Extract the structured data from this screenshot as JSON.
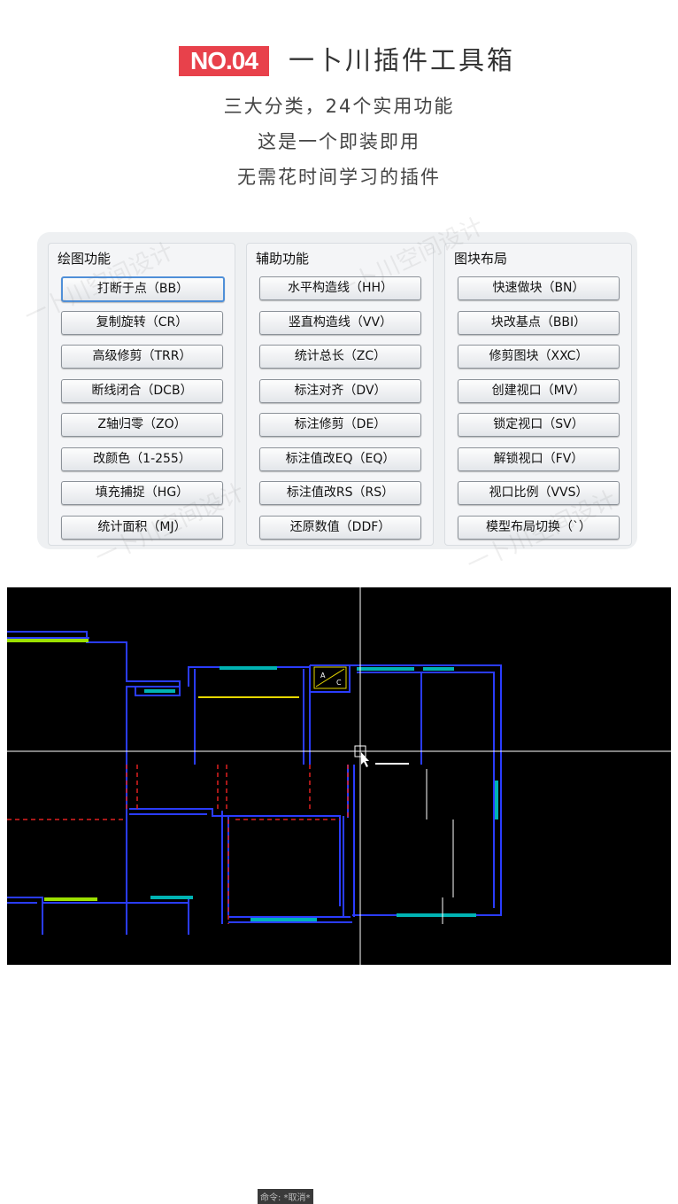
{
  "header": {
    "badge": "NO.04",
    "title": "一卜川插件工具箱",
    "lines": [
      "三大分类，24个实用功能",
      "这是一个即装即用",
      "无需花时间学习的插件"
    ]
  },
  "groups": [
    {
      "title": "绘图功能",
      "buttons": [
        "打断于点（BB）",
        "复制旋转（CR）",
        "高级修剪（TRR）",
        "断线闭合（DCB）",
        "Z轴归零（ZO）",
        "改颜色（1-255）",
        "填充捕捉（HG）",
        "统计面积（MJ）"
      ]
    },
    {
      "title": "辅助功能",
      "buttons": [
        "水平构造线（HH）",
        "竖直构造线（VV）",
        "统计总长（ZC）",
        "标注对齐（DV）",
        "标注修剪（DE）",
        "标注值改EQ（EQ）",
        "标注值改RS（RS）",
        "还原数值（DDF）"
      ]
    },
    {
      "title": "图块布局",
      "buttons": [
        "快速做块（BN）",
        "块改基点（BBI）",
        "修剪图块（XXC）",
        "创建视口（MV）",
        "锁定视口（SV）",
        "解锁视口（FV）",
        "视口比例（VVS）",
        "模型布局切换（`）"
      ]
    }
  ],
  "cad": {
    "room_tag_a": "A",
    "room_tag_c": "C",
    "command": "命令: *取消*"
  },
  "watermark_text": "一卜川空间设计",
  "colors": {
    "badge": "#e8414b",
    "wall": "#2a3cff",
    "window": "#00b3b3",
    "red_dash": "#e02020",
    "green": "#9be000",
    "crosshair": "#ffffff"
  }
}
